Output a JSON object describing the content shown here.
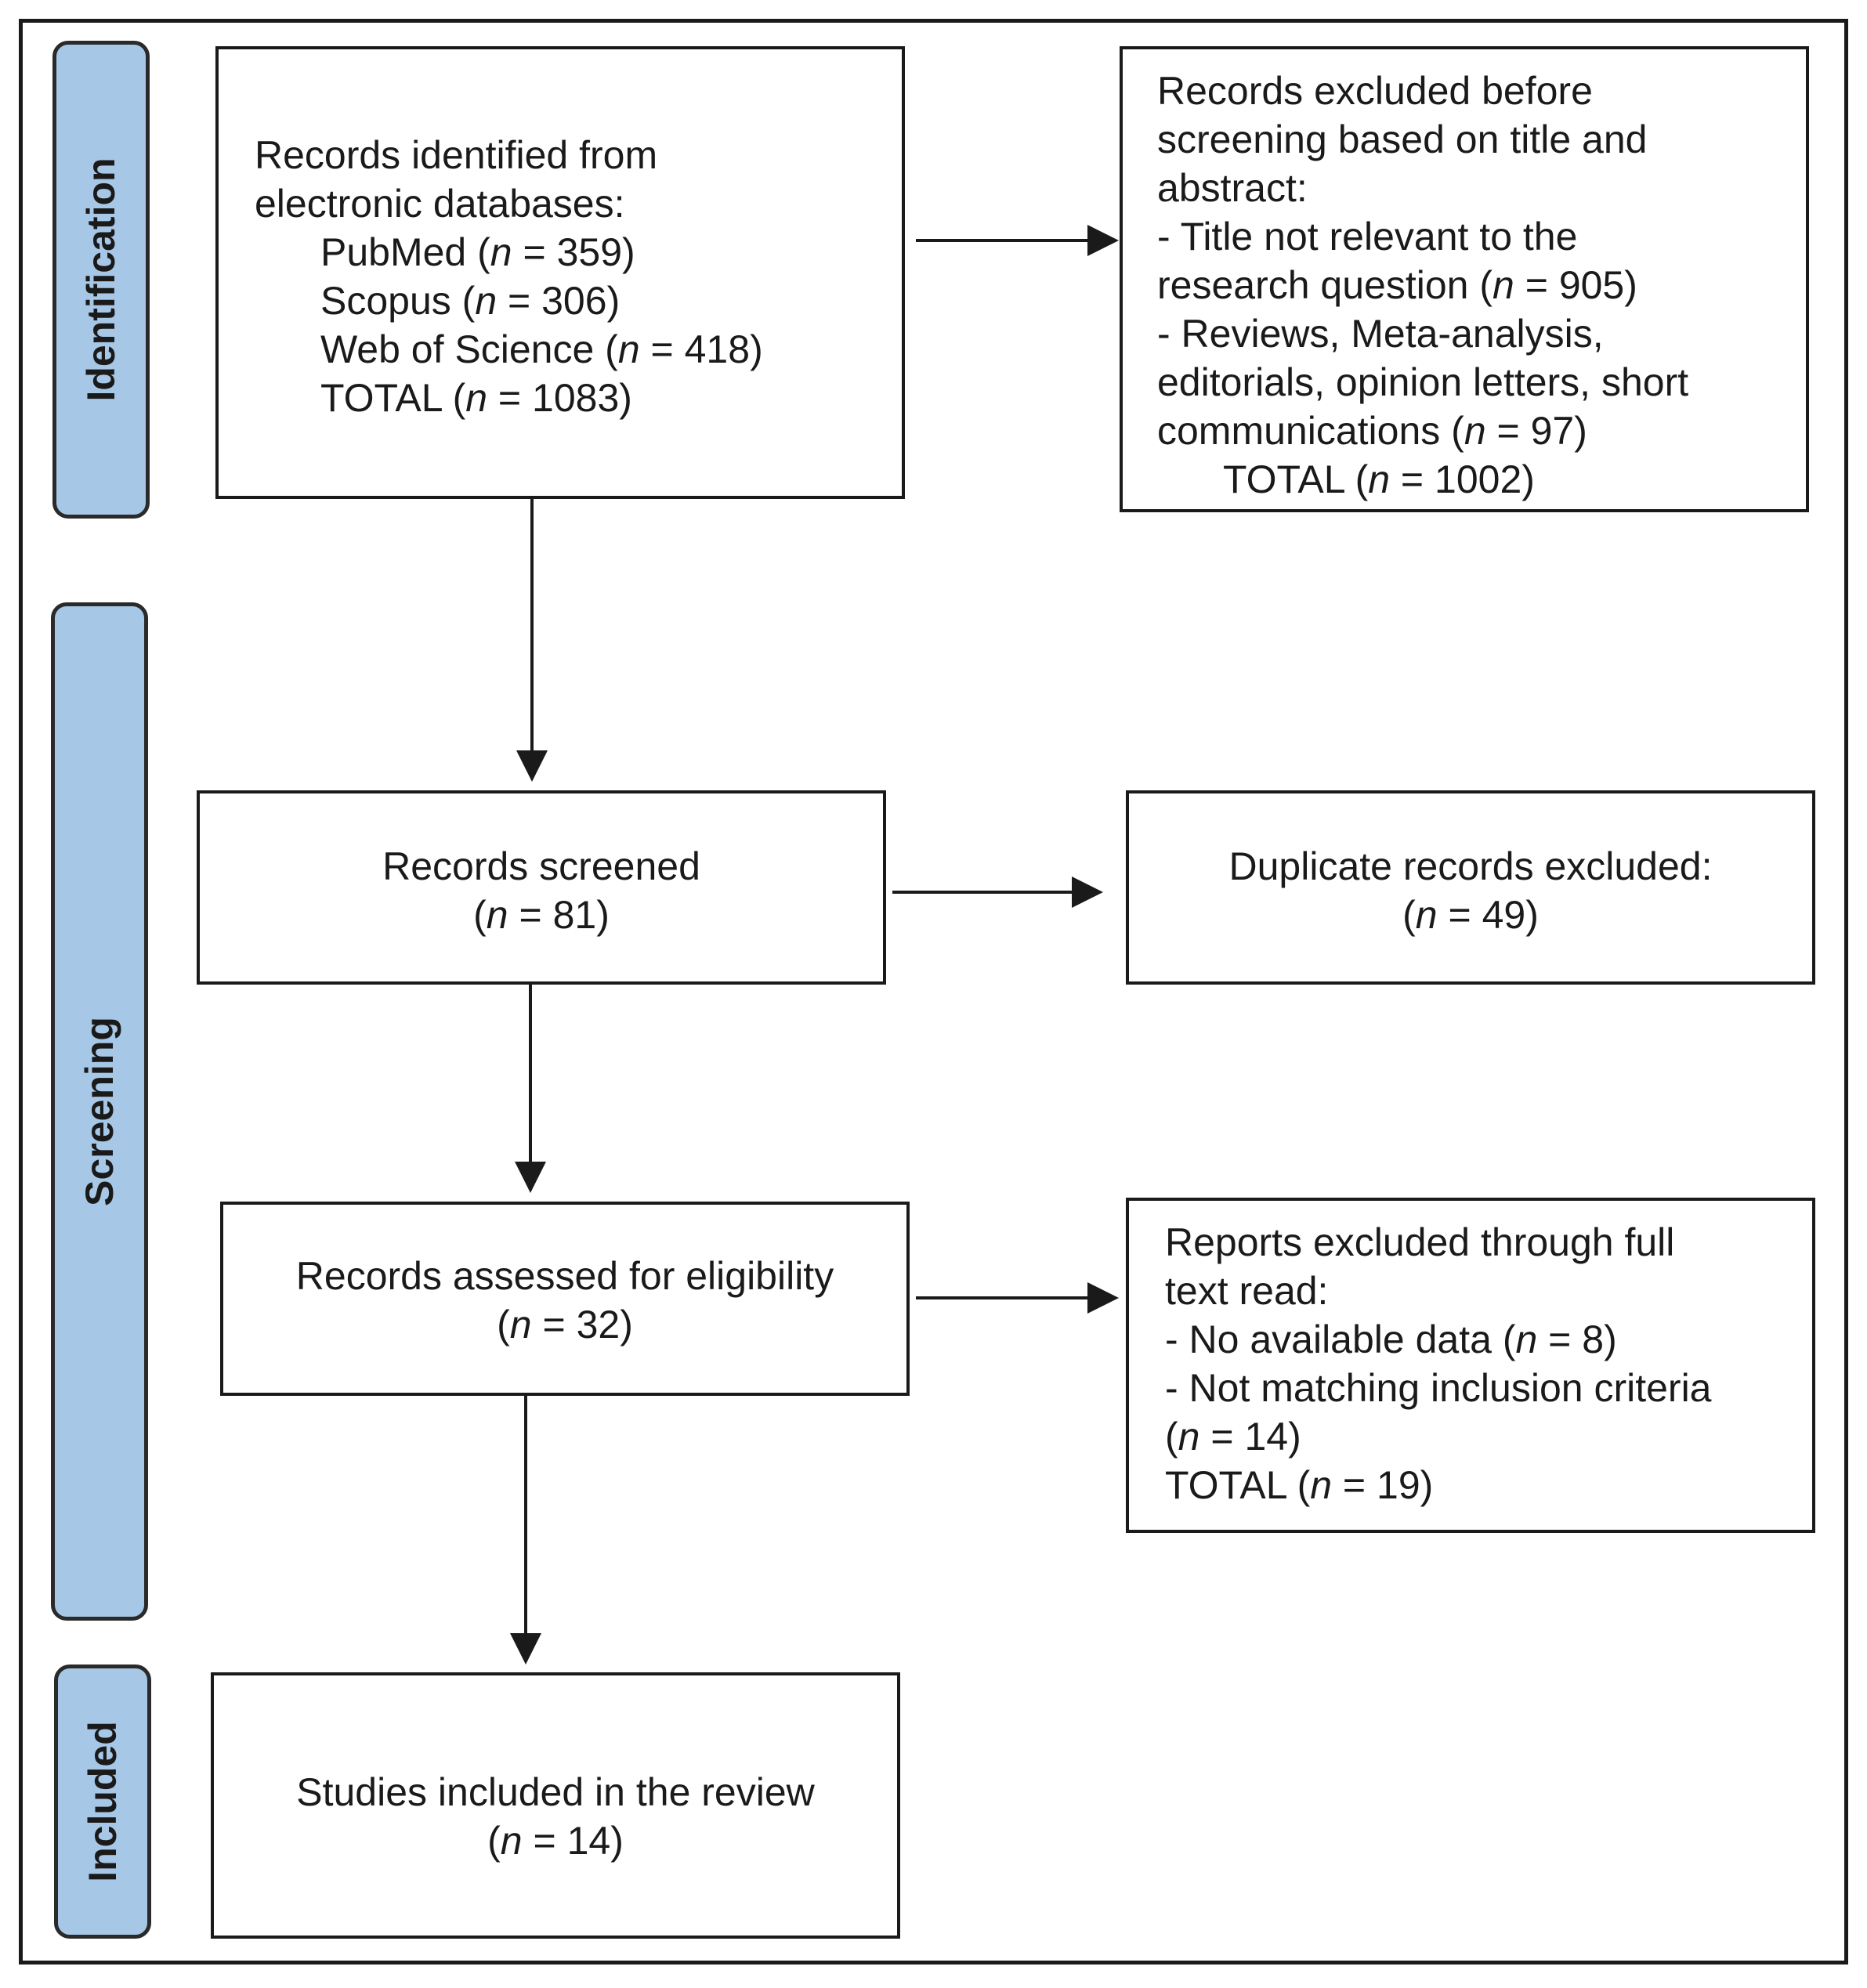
{
  "phases": {
    "identification": "Identification",
    "screening": "Screening",
    "included": "Included"
  },
  "identification_box": {
    "heading1": "Records identified from",
    "heading2": "electronic databases:",
    "sources": [
      {
        "label": "PubMed",
        "n": "359"
      },
      {
        "label": "Scopus",
        "n": "306"
      },
      {
        "label": "Web of Science",
        "n": "418"
      },
      {
        "label": "TOTAL",
        "n": "1083"
      }
    ]
  },
  "excluded_before_box": {
    "lines": [
      "Records excluded before",
      "screening based on title and",
      "abstract:",
      "- Title not relevant to the"
    ],
    "reason1_line2": "research question",
    "reason1_n": "905",
    "reason2_line1": "- Reviews, Meta-analysis,",
    "reason2_line2": "editorials, opinion letters, short",
    "reason2_line3": "communications",
    "reason2_n": "97",
    "total_label": "TOTAL",
    "total_n": "1002"
  },
  "screened_box": {
    "label": "Records screened",
    "n": "81"
  },
  "duplicates_box": {
    "label": "Duplicate records excluded:",
    "n": "49"
  },
  "eligibility_box": {
    "label": "Records assessed for eligibility",
    "n": "32"
  },
  "fulltext_box": {
    "line1": "Reports excluded through full",
    "line2": "text read:",
    "reason1": "- No available data",
    "reason1_n": "8",
    "reason2": "- Not matching inclusion criteria",
    "reason2_n": "14",
    "total_label": "TOTAL",
    "total_n": "19"
  },
  "included_box": {
    "label": "Studies included in the review",
    "n": "14"
  },
  "symbols": {
    "n": "n",
    "eq": " = "
  }
}
